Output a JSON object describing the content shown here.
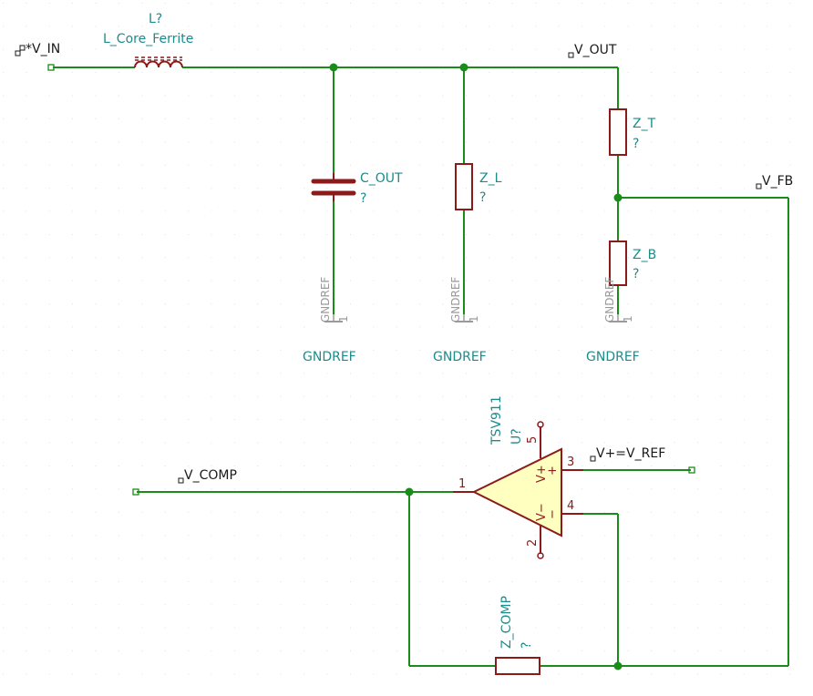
{
  "colors": {
    "wire": "#1a8c1a",
    "component": "#8c1a1a",
    "reference_text": "#1e8b8b",
    "net_label": "#1a1a1a",
    "opamp_fill": "#ffffc0",
    "grid": "#c8c8c8"
  },
  "inductor": {
    "ref": "L?",
    "value": "L_Core_Ferrite"
  },
  "capacitor": {
    "ref": "C_OUT",
    "value": "?"
  },
  "z_l": {
    "ref": "Z_L",
    "value": "?"
  },
  "z_t": {
    "ref": "Z_T",
    "value": "?"
  },
  "z_b": {
    "ref": "Z_B",
    "value": "?"
  },
  "z_comp": {
    "ref": "Z_COMP",
    "value": "?"
  },
  "opamp": {
    "value": "TSV911",
    "ref": "U?",
    "pin1": "1",
    "pin2": "2",
    "pin3": "3",
    "pin4": "4",
    "pin5": "5",
    "vplus": "V+",
    "vminus": "V−",
    "plus": "+",
    "minus": "−"
  },
  "nets": {
    "v_in": "*V_IN",
    "v_out": "V_OUT",
    "v_fb": "V_FB",
    "v_comp": "V_COMP",
    "v_ref": "V+=V_REF"
  },
  "grounds": {
    "symbol_text": "GNDREF",
    "pin_number": "1",
    "label": "GNDREF"
  }
}
